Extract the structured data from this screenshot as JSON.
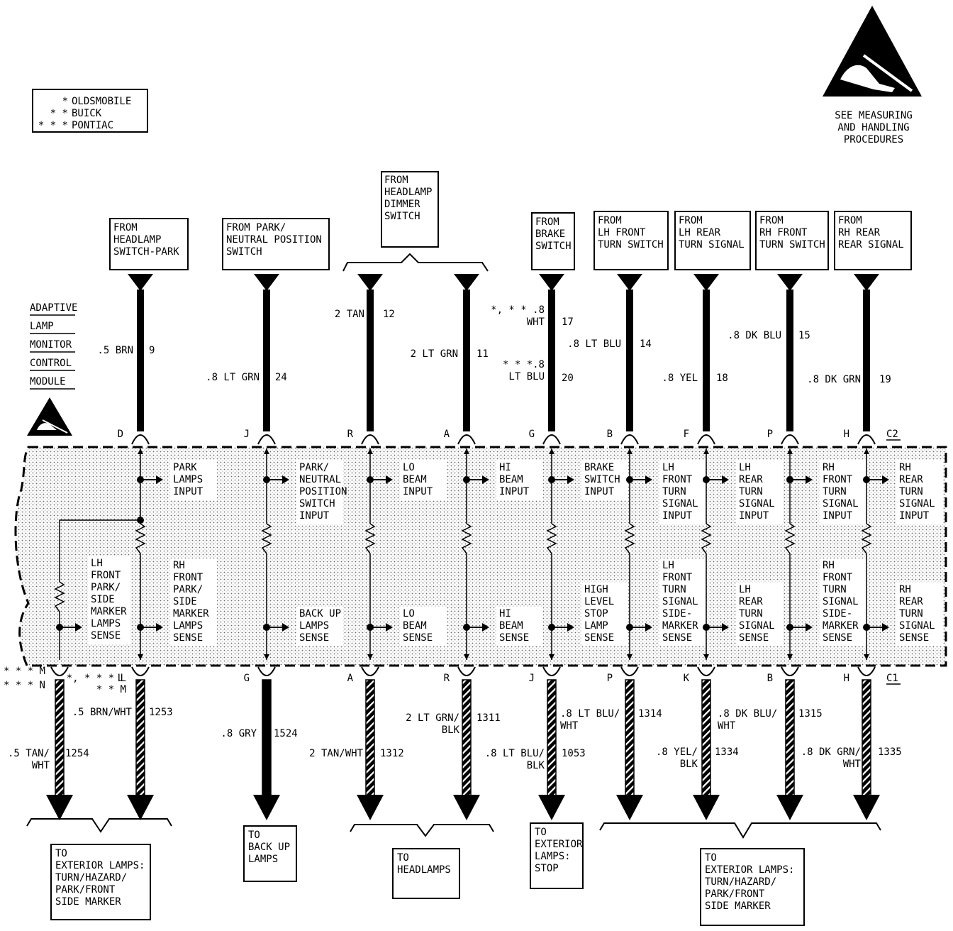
{
  "legend": [
    {
      "marks": "*",
      "make": "OLDSMOBILE"
    },
    {
      "marks": "* *",
      "make": "BUICK"
    },
    {
      "marks": "* * *",
      "make": "PONTIAC"
    }
  ],
  "esd_note": [
    "SEE MEASURING",
    "AND HANDLING",
    "PROCEDURES"
  ],
  "module_name": [
    "ADAPTIVE",
    "LAMP",
    "MONITOR",
    "CONTROL",
    "MODULE"
  ],
  "connectors": {
    "top": "C2",
    "bottom": "C1"
  },
  "circuits": [
    {
      "id": "park",
      "source": [
        "FROM",
        "HEADLAMP",
        "SWITCH-PARK"
      ],
      "wire_in": [
        ".5 BRN"
      ],
      "circuit_in": "9",
      "pin_in": "D",
      "input_label": [
        "PARK",
        "LAMPS",
        "INPUT"
      ],
      "sense_label": [
        "RH",
        "FRONT",
        "PARK/",
        "SIDE",
        "MARKER",
        "LAMPS",
        "SENSE"
      ],
      "pin_out": "L",
      "wire_out": [
        ".5 BRN/WHT"
      ],
      "circuit_out": "1253"
    },
    {
      "id": "neutral",
      "source": [
        "FROM PARK/",
        "NEUTRAL POSITION",
        "SWITCH"
      ],
      "wire_in": [
        ".8 LT GRN"
      ],
      "circuit_in": "24",
      "pin_in": "J",
      "input_label": [
        "PARK/",
        "NEUTRAL",
        "POSITION",
        "SWITCH",
        "INPUT"
      ],
      "sense_label": [
        "BACK UP",
        "LAMPS",
        "SENSE"
      ],
      "pin_out": "G",
      "wire_out": [
        ".8 GRY"
      ],
      "circuit_out": "1524"
    },
    {
      "id": "lo",
      "wire_in": [
        "2 TAN"
      ],
      "circuit_in": "12",
      "pin_in": "R",
      "input_label": [
        "LO",
        "BEAM",
        "INPUT"
      ],
      "sense_label": [
        "LO",
        "BEAM",
        "SENSE"
      ],
      "pin_out": "A",
      "wire_out": [
        "2 TAN/WHT"
      ],
      "circuit_out": "1312"
    },
    {
      "id": "hi",
      "wire_in": [
        "2 LT GRN"
      ],
      "circuit_in": "11",
      "pin_in": "A",
      "input_label": [
        "HI",
        "BEAM",
        "INPUT"
      ],
      "sense_label": [
        "HI",
        "BEAM",
        "SENSE"
      ],
      "pin_out": "R",
      "wire_out": [
        "2 LT GRN/",
        "BLK"
      ],
      "circuit_out": "1311"
    },
    {
      "id": "brake",
      "source": [
        "FROM",
        "BRAKE",
        "SWITCH"
      ],
      "wire_in": [
        "*, * * .8",
        "WHT"
      ],
      "circuit_in": "17",
      "wire_in_alt": [
        "* * *.8",
        "LT BLU"
      ],
      "circuit_in_alt": "20",
      "pin_in": "G",
      "input_label": [
        "BRAKE",
        "SWITCH",
        "INPUT"
      ],
      "sense_label": [
        "HIGH",
        "LEVEL",
        "STOP",
        "LAMP",
        "SENSE"
      ],
      "pin_out": "J",
      "wire_out": [
        ".8 LT BLU/",
        "WHT"
      ],
      "circuit_out": "1314",
      "wire_out_alt": [
        ".8 LT BLU/",
        "BLK"
      ],
      "circuit_out_alt": "1053"
    },
    {
      "id": "lhf",
      "source": [
        "FROM",
        "LH FRONT",
        "TURN SWITCH"
      ],
      "wire_in": [
        ".8 LT BLU"
      ],
      "circuit_in": "14",
      "pin_in": "B",
      "input_label": [
        "LH",
        "FRONT",
        "TURN",
        "SIGNAL",
        "INPUT"
      ],
      "sense_label": [
        "LH",
        "FRONT",
        "TURN",
        "SIGNAL",
        "SIDE-",
        "MARKER",
        "SENSE"
      ],
      "pin_out": "P",
      "wire_out": [],
      "circuit_out": ""
    },
    {
      "id": "lhr",
      "source": [
        "FROM",
        "LH REAR",
        "TURN SIGNAL"
      ],
      "wire_in": [
        ".8 YEL"
      ],
      "circuit_in": "18",
      "pin_in": "F",
      "input_label": [
        "LH",
        "REAR",
        "TURN",
        "SIGNAL",
        "INPUT"
      ],
      "sense_label": [
        "LH",
        "REAR",
        "TURN",
        "SIGNAL",
        "SENSE"
      ],
      "pin_out": "K",
      "wire_out": [
        ".8 YEL/",
        "BLK"
      ],
      "circuit_out": "1334"
    },
    {
      "id": "rhf",
      "source": [
        "FROM",
        "RH FRONT",
        "TURN SWITCH"
      ],
      "wire_in": [
        ".8 DK BLU"
      ],
      "circuit_in": "15",
      "pin_in": "P",
      "input_label": [
        "RH",
        "FRONT",
        "TURN",
        "SIGNAL",
        "INPUT"
      ],
      "sense_label": [
        "RH",
        "FRONT",
        "TURN",
        "SIGNAL",
        "SIDE-",
        "MARKER",
        "SENSE"
      ],
      "pin_out": "B",
      "wire_out": [
        ".8 DK BLU/",
        "WHT"
      ],
      "circuit_out": "1315"
    },
    {
      "id": "rhr",
      "source": [
        "FROM",
        "RH REAR",
        "REAR SIGNAL"
      ],
      "wire_in": [
        ".8 DK GRN"
      ],
      "circuit_in": "19",
      "pin_in": "H",
      "input_label": [
        "RH",
        "REAR",
        "TURN",
        "SIGNAL",
        "INPUT"
      ],
      "sense_label": [
        "RH",
        "REAR",
        "TURN",
        "SIGNAL",
        "SENSE"
      ],
      "pin_out": "H",
      "wire_out": [
        ".8 DK GRN/",
        "WHT"
      ],
      "circuit_out": "1335"
    }
  ],
  "dimmer_source": [
    "FROM",
    "HEADLAMP",
    "DIMMER",
    "SWITCH"
  ],
  "lh_front_park": {
    "sense_label": [
      "LH",
      "FRONT",
      "PARK/",
      "SIDE",
      "MARKER",
      "LAMPS",
      "SENSE"
    ],
    "pin_out": "M",
    "wire_out": [
      ".5 TAN/",
      "WHT"
    ],
    "circuit_out": "1254",
    "pin_notes": [
      "* * * M",
      "*, * * * N",
      "*, * * * L",
      "* * M"
    ]
  },
  "destinations": [
    {
      "id": "ext_left",
      "label": [
        "TO",
        "EXTERIOR LAMPS:",
        "TURN/HAZARD/",
        "PARK/FRONT",
        "SIDE MARKER"
      ]
    },
    {
      "id": "backup",
      "label": [
        "TO",
        "BACK UP",
        "LAMPS"
      ]
    },
    {
      "id": "headlamps",
      "label": [
        "TO",
        "HEADLAMPS"
      ]
    },
    {
      "id": "stop",
      "label": [
        "TO",
        "EXTERIOR",
        "LAMPS:",
        "STOP"
      ]
    },
    {
      "id": "ext_right",
      "label": [
        "TO",
        "EXTERIOR LAMPS:",
        "TURN/HAZARD/",
        "PARK/FRONT",
        "SIDE MARKER"
      ]
    }
  ]
}
